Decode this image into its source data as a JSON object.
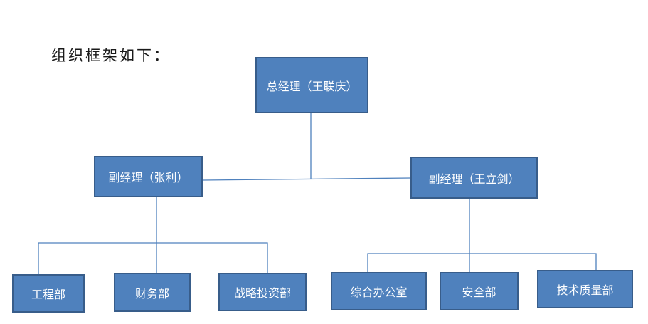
{
  "heading": "组织框架如下：",
  "nodes": {
    "gm": "总经理（王联庆）",
    "vp1": "副经理（张利）",
    "vp2": "副经理（王立剑）",
    "eng": "工程部",
    "fin": "财务部",
    "str": "战略投资部",
    "admin": "综合办公室",
    "safe": "安全部",
    "tech": "技术质量部"
  },
  "colors": {
    "box_fill": "#4f81bd",
    "box_border": "#385d8a",
    "connector": "#4f81bd",
    "box_text": "#ffffff"
  }
}
